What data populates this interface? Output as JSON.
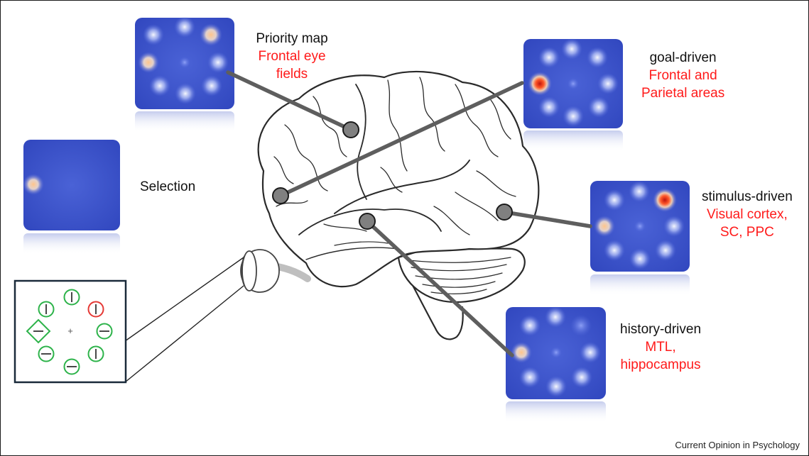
{
  "labels": {
    "priority_map": {
      "title": "Priority map",
      "region": "Frontal eye fields"
    },
    "selection": {
      "title": "Selection"
    },
    "goal_driven": {
      "title": "goal-driven",
      "region_line1": "Frontal and",
      "region_line2": "Parietal areas"
    },
    "stimulus_driven": {
      "title": "stimulus-driven",
      "region_line1": "Visual cortex,",
      "region_line2": "SC, PPC"
    },
    "history_driven": {
      "title": "history-driven",
      "region_line1": "MTL,",
      "region_line2": "hippocampus"
    }
  },
  "search_display": {
    "fixation": "+",
    "items": [
      {
        "shape": "circle",
        "bar": "vertical",
        "color": "#2db34a"
      },
      {
        "shape": "circle",
        "bar": "vertical",
        "color": "#2db34a"
      },
      {
        "shape": "circle",
        "bar": "vertical",
        "color": "#e53935"
      },
      {
        "shape": "diamond",
        "bar": "horizontal",
        "color": "#2db34a"
      },
      {
        "shape": "circle",
        "bar": "horizontal",
        "color": "#2db34a"
      },
      {
        "shape": "circle",
        "bar": "horizontal",
        "color": "#2db34a"
      },
      {
        "shape": "circle",
        "bar": "horizontal",
        "color": "#2db34a"
      },
      {
        "shape": "circle",
        "bar": "vertical",
        "color": "#2db34a"
      }
    ]
  },
  "colors": {
    "map_background": "#3a52c8",
    "activation_hot": "#d8261b",
    "region_text": "#ff1a1a",
    "connector": "#5e5e5e",
    "node": "#808080"
  },
  "credit": "Current Opinion in Psychology"
}
